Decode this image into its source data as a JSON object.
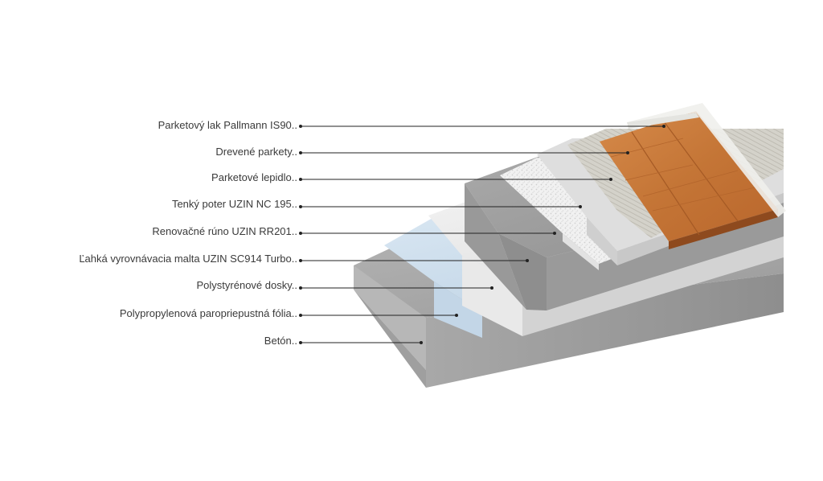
{
  "diagram": {
    "layers": [
      {
        "id": "lacquer",
        "label": "Parketový lak Pallmann IS90.."
      },
      {
        "id": "parquet",
        "label": "Drevené parkety.."
      },
      {
        "id": "adhesive",
        "label": "Parketové lepidlo.."
      },
      {
        "id": "screed",
        "label": "Tenký poter UZIN NC 195.."
      },
      {
        "id": "fleece",
        "label": "Renovačné rúno UZIN RR201.."
      },
      {
        "id": "mortar",
        "label": "Ľahká vyrovnávacia malta UZIN SC914 Turbo.."
      },
      {
        "id": "eps",
        "label": "Polystyrénové dosky.."
      },
      {
        "id": "membrane",
        "label": "Polypropylenová paropriepustná fólia.."
      },
      {
        "id": "concrete",
        "label": "Betón.."
      }
    ]
  },
  "colors": {
    "concrete": "#a3a3a3",
    "eps": "#e6e6e6",
    "membrane": "#c9dbea",
    "mortar": "#9d9d9d",
    "fleece": "#f0f0f0",
    "screed": "#dadada",
    "adhesive": "#d0cdc4",
    "parquet": "#c67a3e",
    "lacquer": "#ededea",
    "leader": "#222222"
  }
}
